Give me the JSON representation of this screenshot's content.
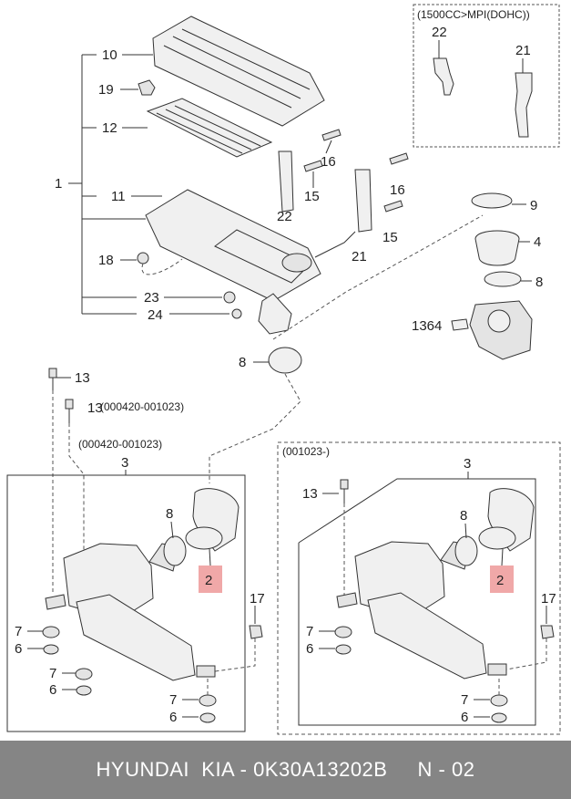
{
  "diagram": {
    "variant_top": "(1500CC>MPI(DOHC))",
    "variant_mid_bolt": "(000420-001023)",
    "variant_left_box": "(000420-001023)",
    "variant_right_box": "(001023-)",
    "highlight_color": "#f0a8a8",
    "labels": {
      "p10": "10",
      "p19": "19",
      "p12": "12",
      "p1": "1",
      "p11": "11",
      "p18": "18",
      "p23": "23",
      "p24": "24",
      "p16a": "16",
      "p15a": "15",
      "p22a": "22",
      "p16b": "16",
      "p15b": "15",
      "p21a": "21",
      "p22b": "22",
      "p21b": "21",
      "p9": "9",
      "p4": "4",
      "p8a": "8",
      "p1364": "1364",
      "p8b": "8",
      "p13a": "13",
      "p13b": "13",
      "p3l": "3",
      "p8l": "8",
      "p2l": "2",
      "p17l": "17",
      "p7l1": "7",
      "p6l1": "6",
      "p7l2": "7",
      "p6l2": "6",
      "p7l3": "7",
      "p6l3": "6",
      "p3r": "3",
      "p13r": "13",
      "p8r": "8",
      "p2r": "2",
      "p17r": "17",
      "p7r1": "7",
      "p6r1": "6",
      "p7r2": "7",
      "p6r2": "6"
    }
  },
  "footer": {
    "text": "HYUNDAI  KIA - 0K30A13202B     N - 02",
    "background": "#858585"
  }
}
